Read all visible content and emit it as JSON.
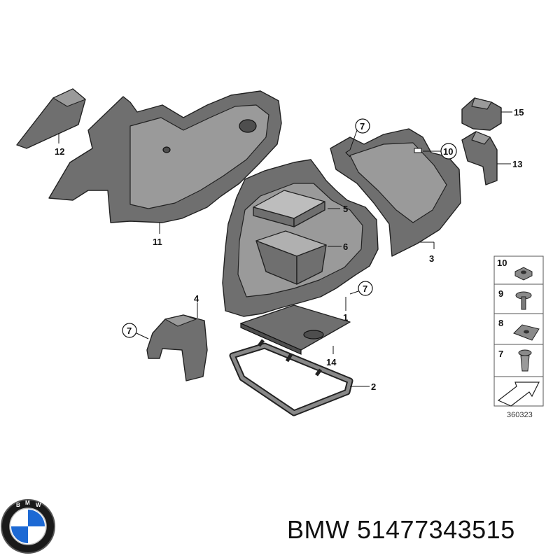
{
  "callouts": {
    "c12": "12",
    "c11": "11",
    "c3": "3",
    "c15": "15",
    "c13": "13",
    "c10": "10",
    "c7a": "7",
    "c7b": "7",
    "c7c": "7",
    "c5": "5",
    "c6": "6",
    "c1": "1",
    "c4": "4",
    "c14": "14",
    "c2": "2"
  },
  "legend": {
    "items": [
      {
        "label": "10",
        "icon": "flange-nut-icon"
      },
      {
        "label": "9",
        "icon": "screw-icon"
      },
      {
        "label": "8",
        "icon": "clip-nut-icon"
      },
      {
        "label": "7",
        "icon": "expanding-rivet-icon"
      }
    ],
    "arrow_icon": "direction-arrow-icon"
  },
  "diagram_code": "360323",
  "caption": "BMW 51477343515",
  "colors": {
    "part_fill": "#6f6f6f",
    "logo_blue": "#1c69d4"
  }
}
